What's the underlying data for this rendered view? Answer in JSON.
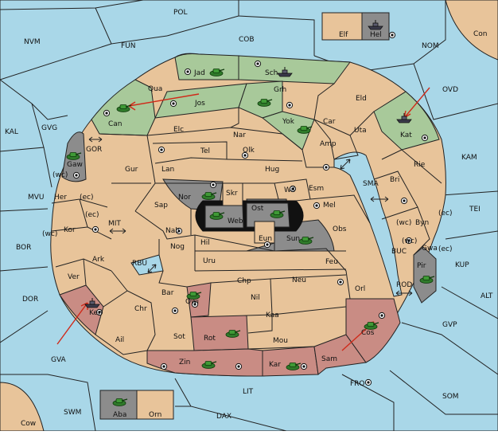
{
  "colors": {
    "sea": "#a9d7e8",
    "land": "#e8c49a",
    "green_power": "#a8c99a",
    "red_power": "#c98c84",
    "grey_power": "#8c8c8c",
    "move_arrow": "#d02a1a"
  },
  "labels": {
    "POL": "POL",
    "NVM": "NVM",
    "FUN": "FUN",
    "COB": "COB",
    "Con": "Con",
    "NOM": "NOM",
    "Elf": "Elf",
    "Hel": "Hel",
    "OVD": "OVD",
    "KAL": "KAL",
    "GVG": "GVG",
    "KAM": "KAM",
    "MVU": "MVU",
    "TEI": "TEI",
    "BOR": "BOR",
    "KUP": "KUP",
    "DOR": "DOR",
    "ALT": "ALT",
    "GVP": "GVP",
    "GVA": "GVA",
    "FRO": "FRO",
    "SOM": "SOM",
    "LIT": "LIT",
    "SWM": "SWM",
    "DAX": "DAX",
    "Cow": "Cow",
    "Aba": "Aba",
    "Orn": "Orn",
    "Jad": "Jad",
    "Sch": "Sch",
    "Qua": "Qua",
    "Jos": "Jos",
    "Grh": "Grh",
    "Eld": "Eld",
    "Can": "Can",
    "Yok": "Yok",
    "Car": "Car",
    "Uta": "Uta",
    "Kat": "Kat",
    "Elc": "Elc",
    "Nar": "Nar",
    "Amp": "Amp",
    "Tel": "Tel",
    "Olk": "Olk",
    "GOR": "GOR",
    "Gaw": "Gaw",
    "Gur": "Gur",
    "Lan": "Lan",
    "Hug": "Hug",
    "Rie": "Rie",
    "Bri": "Bri",
    "SMA": "SMA",
    "Wil": "Wil",
    "Esm": "Esm",
    "Her": "Her",
    "Nor": "Nor",
    "Skr": "Skr",
    "Ost": "Ost",
    "Mel": "Mel",
    "Sap": "Sap",
    "Web": "Web",
    "Byn": "Byn",
    "MIT": "MIT",
    "Kor": "Kor",
    "Nab": "Nab",
    "Eun": "Eun",
    "Sun": "Sun",
    "Obs": "Obs",
    "Hil": "Hil",
    "Gwa": "Gwa",
    "Ark": "Ark",
    "RBU": "RBU",
    "Nog": "Nog",
    "Uru": "Uru",
    "Feu": "Feu",
    "BUC": "BUC",
    "Pir": "Pir",
    "Ver": "Ver",
    "Chp": "Chp",
    "Neu": "Neu",
    "Bar": "Bar",
    "Orl": "Orl",
    "Nil": "Nil",
    "ROD": "ROD",
    "Qwi": "Qwi",
    "Ken": "Ken",
    "Chr": "Chr",
    "Kaa": "Kaa",
    "Ail": "Ail",
    "Sot": "Sot",
    "Rot": "Rot",
    "Cos": "Cos",
    "Mou": "Mou",
    "Zin": "Zin",
    "Kar": "Kar",
    "Sam": "Sam",
    "wc": "(wc)",
    "ec": "(ec)"
  },
  "units": {
    "Jad": "army",
    "Sch": "fleet",
    "Can": "army",
    "Grh": "army",
    "Yok": "army",
    "Kat": "fleet",
    "Gaw": "army",
    "Nor": "army",
    "Web": "army",
    "Ost": "army",
    "Sun": "army",
    "Pir": "army",
    "Hel": "fleet",
    "Ken": "fleet",
    "Qwi": "army",
    "Rot": "army",
    "Cos": "army",
    "Zin": "army",
    "Kar": "army",
    "Aba": "army"
  }
}
